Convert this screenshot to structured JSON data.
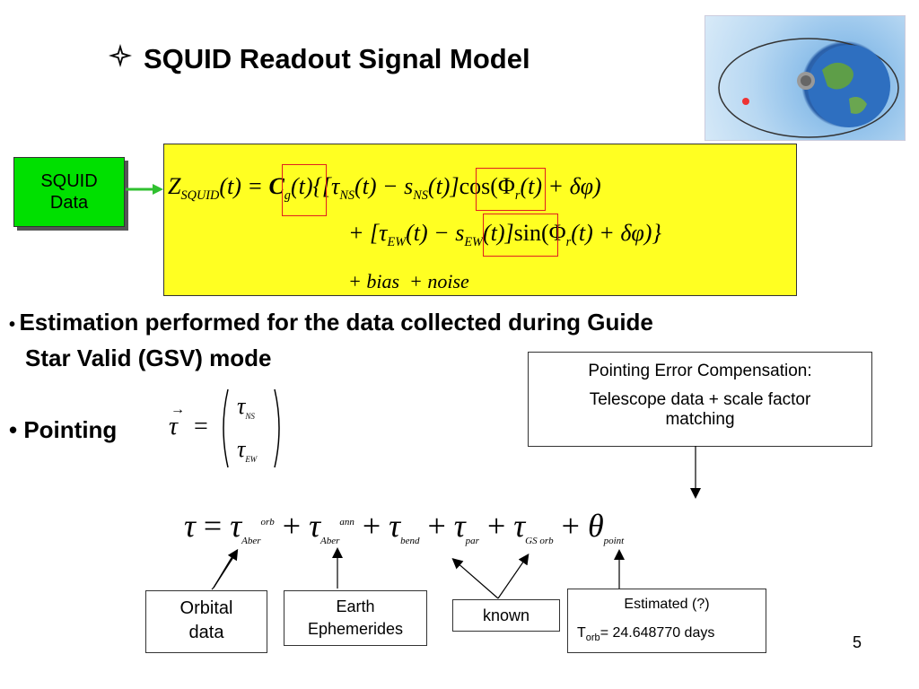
{
  "title": "SQUID Readout Signal Model",
  "title_icon": "diamond-bullet-icon",
  "squid_box": {
    "line1": "SQUID",
    "line2": "Data"
  },
  "bullets": [
    {
      "line1": "Estimation performed for the data collected during Guide",
      "line2": "Star Valid (GSV) mode"
    },
    {
      "text": "Pointing"
    }
  ],
  "pointing_box": {
    "line1": "Pointing Error Compensation:",
    "line2": "Telescope data + scale factor",
    "line3": "matching"
  },
  "bottom_boxes": {
    "orbital": {
      "line1": "Orbital",
      "line2": "data"
    },
    "earth": {
      "line1": "Earth",
      "line2": "Ephemerides"
    },
    "known": "known",
    "estimated": {
      "line1": "Estimated (?)",
      "torb_prefix": "T",
      "torb_sub": "orb",
      "torb_value": "= 24.648770 days"
    }
  },
  "page_number": "5",
  "colors": {
    "squid_green": "#00e000",
    "equation_bg": "#ffff22",
    "highlight_box": "#e02020"
  }
}
